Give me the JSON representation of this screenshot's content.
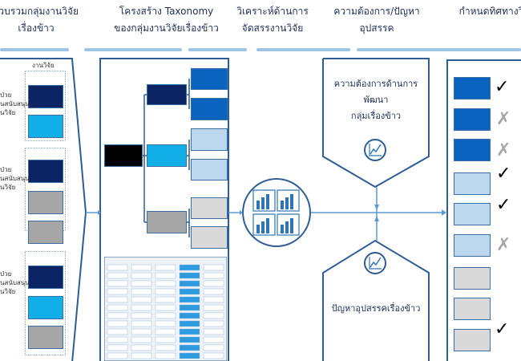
{
  "headers": [
    {
      "line1": "รวบรวมกลุ่มงานวิจัย",
      "line2": "เรื่องข้าว"
    },
    {
      "line1": "โครงสร้าง Taxonomy",
      "line2": "ของกลุ่มงานวิจัยเรื่องข้าว"
    },
    {
      "line1": "วิเคราะห์ด้านการ",
      "line2": "จัดสรรงานวิจัย"
    },
    {
      "line1": "ความต้องการ/ปัญหา",
      "line2": "อุปสรรค"
    },
    {
      "line1": "กำหนดทิศทางวิจัย",
      "line2": ""
    }
  ],
  "column1": {
    "group_title": "งานวิจัย",
    "group_label": [
      "ป่วย",
      "นสนับสนุน",
      "นวิจัย"
    ]
  },
  "needs_box": {
    "line1": "ความต้องการด้านการพัฒนา",
    "line2": "กลุ่มเรื่องข้าว",
    "icon": "trend-chart-icon"
  },
  "problems_box": {
    "text": "ปัญหาอุปสรรคเรื่องข้าว",
    "icon": "trend-chart-icon"
  },
  "direction_marks": [
    "✓",
    "✗",
    "✗",
    "✓",
    "✓",
    "✗",
    "",
    "",
    "✓"
  ],
  "colors": {
    "check": "#000000",
    "cross": "#a6a6a6",
    "line": "#2e75b6"
  }
}
